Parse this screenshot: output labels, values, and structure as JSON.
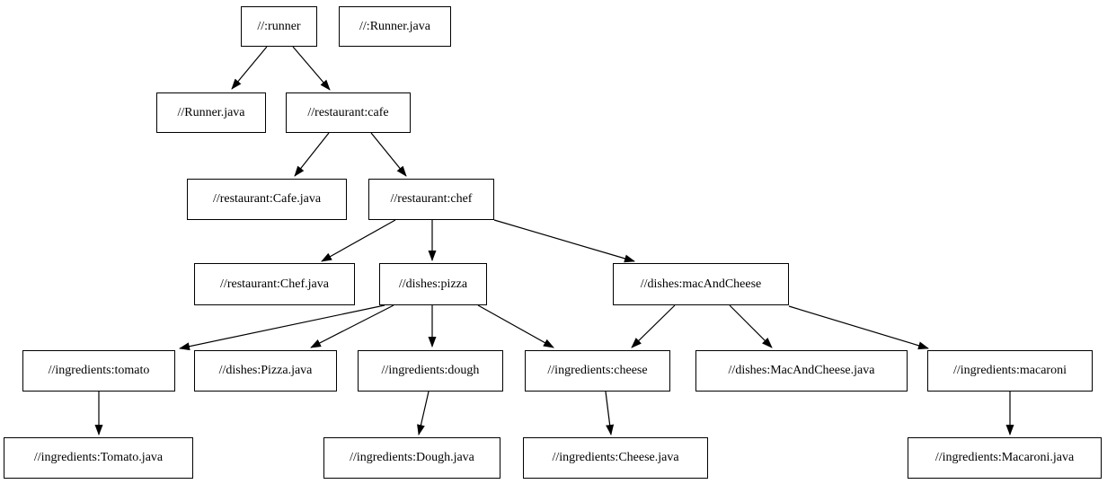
{
  "diagram": {
    "type": "dependency-graph",
    "background_color": "#ffffff",
    "node_fill_color": "#ffffff",
    "node_border_color": "#000000",
    "edge_color": "#000000",
    "nodes": [
      {
        "id": "runner",
        "label": "//:runner"
      },
      {
        "id": "runner-java-root",
        "label": "//:Runner.java"
      },
      {
        "id": "runner-java",
        "label": "//Runner.java"
      },
      {
        "id": "cafe",
        "label": "//restaurant:cafe"
      },
      {
        "id": "cafe-java",
        "label": "//restaurant:Cafe.java"
      },
      {
        "id": "chef",
        "label": "//restaurant:chef"
      },
      {
        "id": "chef-java",
        "label": "//restaurant:Chef.java"
      },
      {
        "id": "pizza",
        "label": "//dishes:pizza"
      },
      {
        "id": "mac-and-cheese",
        "label": "//dishes:macAndCheese"
      },
      {
        "id": "tomato",
        "label": "//ingredients:tomato"
      },
      {
        "id": "pizza-java",
        "label": "//dishes:Pizza.java"
      },
      {
        "id": "dough",
        "label": "//ingredients:dough"
      },
      {
        "id": "cheese",
        "label": "//ingredients:cheese"
      },
      {
        "id": "mac-and-cheese-java",
        "label": "//dishes:MacAndCheese.java"
      },
      {
        "id": "macaroni",
        "label": "//ingredients:macaroni"
      },
      {
        "id": "tomato-java",
        "label": "//ingredients:Tomato.java"
      },
      {
        "id": "dough-java",
        "label": "//ingredients:Dough.java"
      },
      {
        "id": "cheese-java",
        "label": "//ingredients:Cheese.java"
      },
      {
        "id": "macaroni-java",
        "label": "//ingredients:Macaroni.java"
      }
    ],
    "edges": [
      {
        "from": "runner",
        "to": "runner-java"
      },
      {
        "from": "runner",
        "to": "cafe"
      },
      {
        "from": "cafe",
        "to": "cafe-java"
      },
      {
        "from": "cafe",
        "to": "chef"
      },
      {
        "from": "chef",
        "to": "chef-java"
      },
      {
        "from": "chef",
        "to": "pizza"
      },
      {
        "from": "chef",
        "to": "mac-and-cheese"
      },
      {
        "from": "pizza",
        "to": "tomato"
      },
      {
        "from": "pizza",
        "to": "pizza-java"
      },
      {
        "from": "pizza",
        "to": "dough"
      },
      {
        "from": "pizza",
        "to": "cheese"
      },
      {
        "from": "mac-and-cheese",
        "to": "cheese"
      },
      {
        "from": "mac-and-cheese",
        "to": "mac-and-cheese-java"
      },
      {
        "from": "mac-and-cheese",
        "to": "macaroni"
      },
      {
        "from": "tomato",
        "to": "tomato-java"
      },
      {
        "from": "dough",
        "to": "dough-java"
      },
      {
        "from": "cheese",
        "to": "cheese-java"
      },
      {
        "from": "macaroni",
        "to": "macaroni-java"
      }
    ]
  }
}
